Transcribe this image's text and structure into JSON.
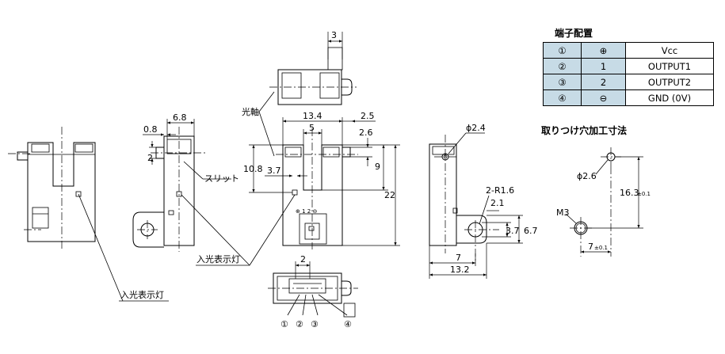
{
  "terminal_table": {
    "title": "端子配置",
    "rows": [
      {
        "num": "①",
        "sym": "⊕",
        "name": "Vcc"
      },
      {
        "num": "②",
        "sym": "1",
        "name": "OUTPUT1"
      },
      {
        "num": "③",
        "sym": "2",
        "name": "OUTPUT2"
      },
      {
        "num": "④",
        "sym": "⊖",
        "name": "GND (0V)"
      }
    ]
  },
  "mounting": {
    "title": "取りつけ穴加工寸法",
    "hole_dia": "ϕ2.6",
    "screw": "M3",
    "pitch_v": "16.3",
    "pitch_h": "7",
    "tol": "±0.1"
  },
  "labels": {
    "optical_axis": "光軸",
    "slit": "スリット",
    "indicator_left": "入光表示灯",
    "indicator_center": "入光表示灯",
    "pin_text": "⊕ 1 2 ⊖"
  },
  "dims": {
    "top_3": "3",
    "side_6_8": "6.8",
    "side_0_8": "0.8",
    "side_2": "2",
    "front_13_4": "13.4",
    "front_2_5": "2.5",
    "front_5": "5",
    "front_2_6": "2.6",
    "front_10_8": "10.8",
    "front_3_7": "3.7",
    "front_9": "9",
    "front_22": "22",
    "right_dia": "ϕ2.4",
    "right_r": "2-R1.6",
    "right_2_1": "2.1",
    "right_3_7": "3.7",
    "right_6_7": "6.7",
    "right_7": "7",
    "right_13_2": "13.2",
    "bottom_2": "2"
  },
  "callouts": {
    "c1": "①",
    "c2": "②",
    "c3": "③",
    "c4": "④"
  }
}
